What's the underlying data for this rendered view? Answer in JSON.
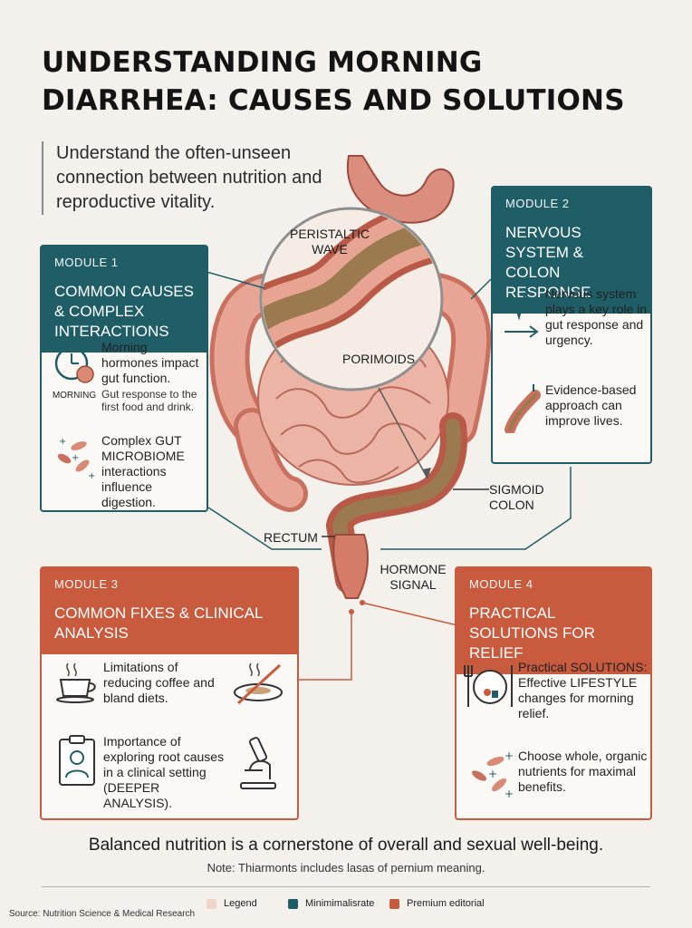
{
  "title": "UNDERSTANDING MORNING DIARRHEA: CAUSES AND SOLUTIONS",
  "subtitle": "Understand the often-unseen connection between nutrition and reproductive vitality.",
  "diagram_labels": {
    "peristaltic_wave": "PERISTALTIC WAVE",
    "porimoids": "PORIMOIDS",
    "sigmoid_colon": "SIGMOID COLON",
    "rectum": "RECTUM",
    "hormone_signal": "HORMONE SIGNAL"
  },
  "module1": {
    "label": "MODULE 1",
    "title": "COMMON CAUSES & COMPLEX INTERACTIONS",
    "item1": {
      "text": "Morning hormones impact gut function.",
      "sub": "Gut response to the first food and drink.",
      "icon_label": "MORNING",
      "icon": "clock-stomach-icon"
    },
    "item2": {
      "text": "Complex GUT MICROBIOME interactions influence digestion.",
      "icon": "microbes-icon"
    }
  },
  "module2": {
    "label": "MODULE 2",
    "title": "NERVOUS SYSTEM & COLON RESPONSE",
    "item1": {
      "text": "Nervous system plays a key role in gut response and urgency.",
      "icon": "nerve-signal-icon"
    },
    "item2": {
      "text": "Evidence-based approach can improve lives.",
      "icon": "colon-segment-icon"
    }
  },
  "module3": {
    "label": "MODULE 3",
    "title": "COMMON FIXES & CLINICAL ANALYSIS",
    "item1": {
      "text": "Limitations of reducing coffee and bland diets.",
      "icon": "coffee-cup-icon",
      "icon2": "crossed-plate-icon"
    },
    "item2": {
      "text": "Importance of exploring root causes in a clinical setting (DEEPER ANALYSIS).",
      "icon": "doctor-clipboard-icon",
      "icon2": "microscope-icon"
    }
  },
  "module4": {
    "label": "MODULE 4",
    "title": "PRACTICAL SOLUTIONS FOR RELIEF",
    "item1": {
      "text": "Practical SOLUTIONS: Effective LIFESTYLE changes for morning relief.",
      "icon": "plate-cutlery-icon"
    },
    "item2": {
      "text": "Choose whole, organic nutrients for maximal benefits.",
      "icon": "microbes-icon"
    }
  },
  "footer": {
    "main": "Balanced nutrition is a cornerstone of overall and sexual well-being.",
    "note": "Note: Thiarmonts includes lasas of pernium meaning.",
    "source": "Source: Nutrition Science & Medical Research"
  },
  "legend": [
    {
      "label": "Legend",
      "color": "#f1d5c6"
    },
    {
      "label": "Minimimalisrate",
      "color": "#1f5e66"
    },
    {
      "label": "Premium editorial",
      "color": "#c85a3e"
    }
  ],
  "colors": {
    "teal": "#1f5e66",
    "orange": "#c85a3e",
    "background": "#f4f1ec"
  }
}
